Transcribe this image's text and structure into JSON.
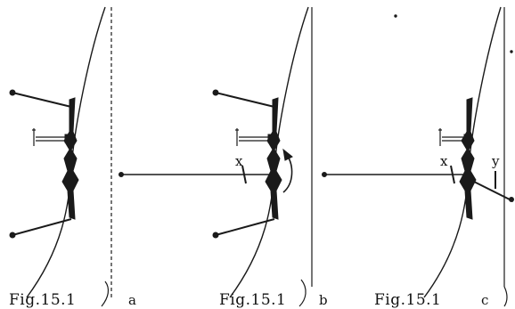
{
  "panels": [
    {
      "id": "a",
      "caption": "Fig.15.1",
      "panel_label": "a",
      "markers": []
    },
    {
      "id": "b",
      "caption": "Fig.15.1",
      "panel_label": "b",
      "markers": [
        "x"
      ]
    },
    {
      "id": "c",
      "caption": "Fig.15.1",
      "panel_label": "c",
      "markers": [
        "x",
        "y"
      ]
    }
  ],
  "colors": {
    "ink": "#1a1a1a",
    "background": "#ffffff"
  }
}
